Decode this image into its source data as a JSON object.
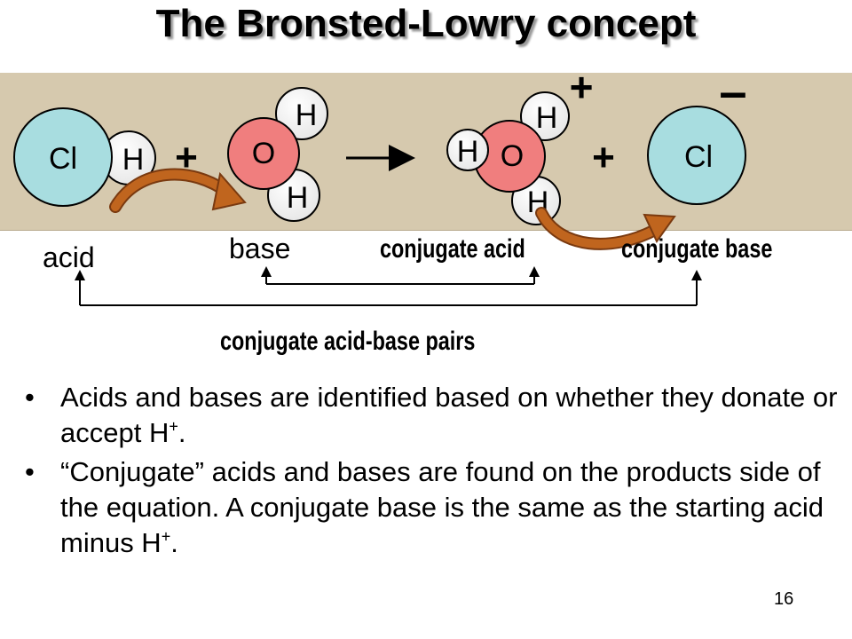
{
  "title": "The Bronsted-Lowry concept",
  "molecules": {
    "reactant_acid": {
      "atoms": [
        "Cl",
        "H"
      ]
    },
    "reactant_base": {
      "atoms": [
        "O",
        "H",
        "H"
      ]
    },
    "product_acid": {
      "atoms": [
        "O",
        "H",
        "H",
        "H"
      ],
      "charge": "+"
    },
    "product_base": {
      "atoms": [
        "Cl"
      ],
      "charge": "–"
    }
  },
  "operators": {
    "plus_left": "+",
    "plus_right": "+"
  },
  "labels": {
    "acid": "acid",
    "base": "base",
    "conjugate_acid": "conjugate acid",
    "conjugate_base": "conjugate base",
    "pairs": "conjugate acid-base pairs"
  },
  "bullets": [
    {
      "text": "Acids and bases are identified based on whether they donate or accept H",
      "sup": "+",
      "tail": "."
    },
    {
      "text": "“Conjugate” acids and bases are found on the products side of the equation.  A conjugate base is the same as the starting acid minus H",
      "sup": "+",
      "tail": "."
    }
  ],
  "bullet_symbol": "•",
  "page_number": "16",
  "colors": {
    "background_band": "#d6c9ae",
    "chlorine": "#a8dde0",
    "oxygen": "#f07e7e",
    "hydrogen": "#ffffff",
    "arrow": "#c0651e"
  }
}
